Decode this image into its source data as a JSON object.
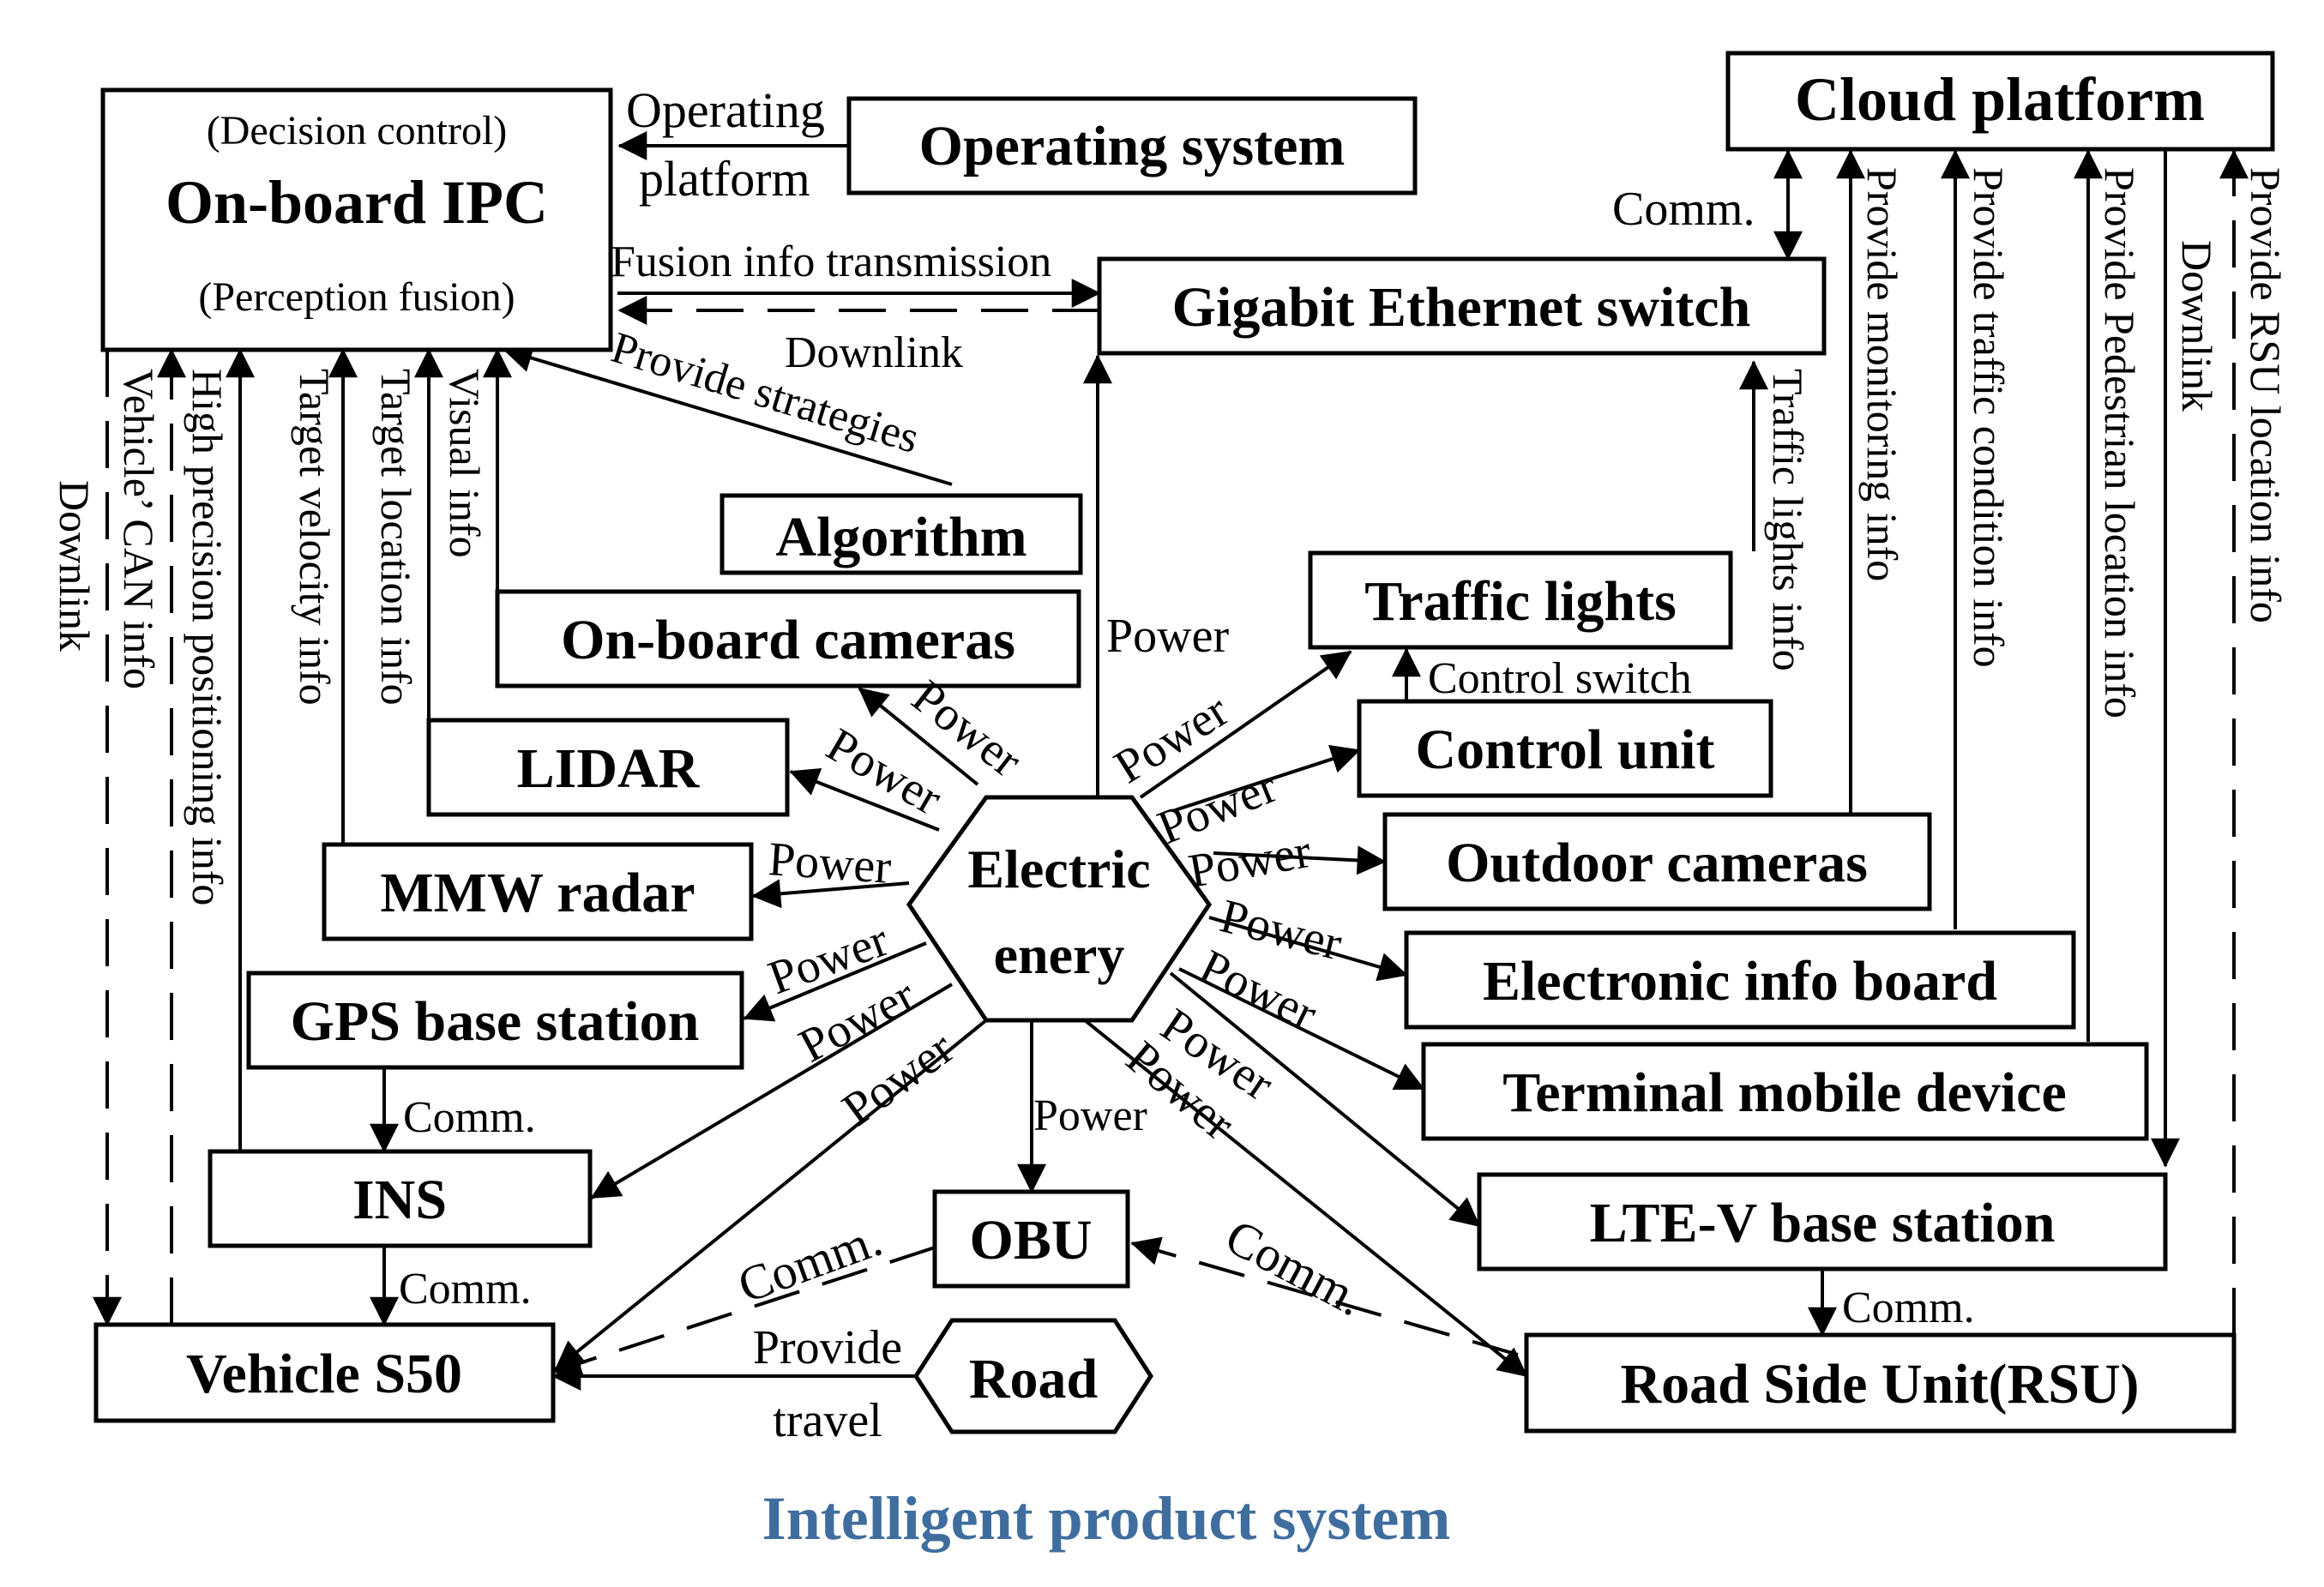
{
  "nodes": {
    "onboard_ipc": {
      "title": "On-board IPC",
      "top_note": "(Decision control)",
      "bottom_note": "(Perception fusion)"
    },
    "operating_system": "Operating system",
    "cloud_platform": "Cloud platform",
    "gigabit_switch": "Gigabit Ethernet switch",
    "algorithm": "Algorithm",
    "onboard_cameras": "On-board cameras",
    "traffic_lights": "Traffic lights",
    "lidar": "LIDAR",
    "control_unit": "Control unit",
    "mmw_radar": "MMW radar",
    "outdoor_cameras": "Outdoor cameras",
    "gps_base_station": "GPS base station",
    "electronic_info_board": "Electronic info board",
    "terminal_mobile_device": "Terminal mobile device",
    "ins": "INS",
    "obu": "OBU",
    "lte_v_base_station": "LTE-V base station",
    "vehicle_s50": "Vehicle S50",
    "road": "Road",
    "rsu": "Road Side Unit(RSU)",
    "electric_energy": {
      "line1": "Electric",
      "line2": "enery"
    }
  },
  "labels": {
    "operating": "Operating",
    "platform": "platform",
    "fusion_info_transmission": "Fusion info transmission",
    "downlink": "Downlink",
    "comm": "Comm.",
    "comm_no_period": "Comm",
    "power": "Power",
    "provide_strategies": "Provide strategies",
    "control_switch": "Control switch",
    "provide": "Provide",
    "travel": "travel",
    "traffic_lights_info": "Traffic lights info",
    "provide_monitoring_info": "Provide monitoring info",
    "provide_traffic_condition_info": "Provide traffic condition info",
    "provide_pedestrian_location_info": "Provide Pedestrian location info",
    "provide_rsu_location_info": "Provide RSU location info",
    "visual_info": "Visual info",
    "target_location_info": "Target location info",
    "target_velocity_info": "Target velocity info",
    "high_precision_positioning_info": "High precision positioning info",
    "vehicle_can_info": "Vehicle’ CAN info"
  },
  "caption": "Intelligent product system",
  "colors": {
    "caption": "#3f6d9e",
    "stroke": "#000000"
  }
}
